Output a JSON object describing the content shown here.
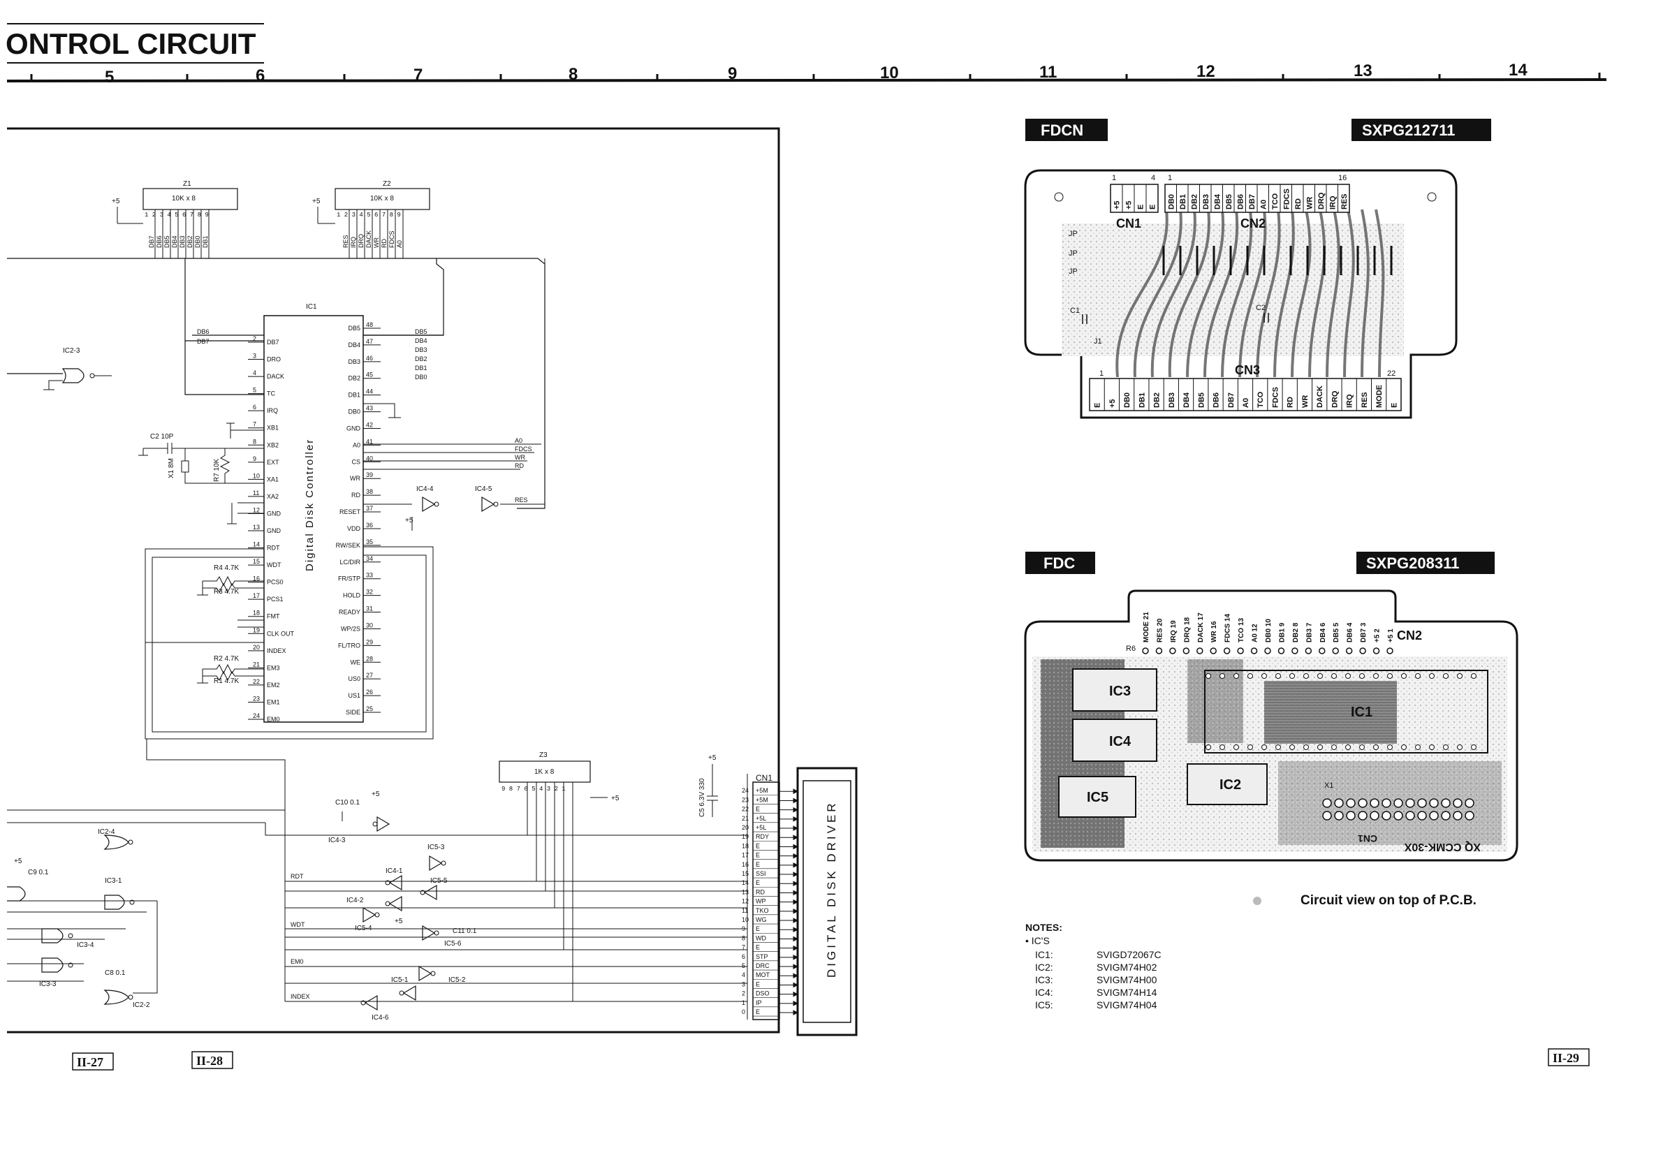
{
  "header": {
    "title": "ONTROL CIRCUIT"
  },
  "grid_labels": [
    "5",
    "6",
    "7",
    "8",
    "9",
    "10",
    "11",
    "12",
    "13",
    "14"
  ],
  "ic1": {
    "ref": "IC1",
    "name": "Digital Disk Controller",
    "left_pins": [
      {
        "n": "2",
        "s": "DB7"
      },
      {
        "n": "3",
        "s": "DRO"
      },
      {
        "n": "4",
        "s": "DACK"
      },
      {
        "n": "5",
        "s": "TC"
      },
      {
        "n": "6",
        "s": "IRQ"
      },
      {
        "n": "7",
        "s": "XB1"
      },
      {
        "n": "8",
        "s": "XB2"
      },
      {
        "n": "9",
        "s": "EXT"
      },
      {
        "n": "10",
        "s": "XA1"
      },
      {
        "n": "11",
        "s": "XA2"
      },
      {
        "n": "12",
        "s": "GND"
      },
      {
        "n": "13",
        "s": "GND"
      },
      {
        "n": "14",
        "s": "RDT"
      },
      {
        "n": "15",
        "s": "WDT"
      },
      {
        "n": "16",
        "s": "PCS0"
      },
      {
        "n": "17",
        "s": "PCS1"
      },
      {
        "n": "18",
        "s": "FMT"
      },
      {
        "n": "19",
        "s": "CLK OUT"
      },
      {
        "n": "20",
        "s": "INDEX"
      },
      {
        "n": "21",
        "s": "EM3"
      },
      {
        "n": "22",
        "s": "EM2"
      },
      {
        "n": "23",
        "s": "EM1"
      },
      {
        "n": "24",
        "s": "EM0"
      }
    ],
    "right_pins": [
      {
        "n": "48",
        "s": "DB5"
      },
      {
        "n": "47",
        "s": "DB4"
      },
      {
        "n": "46",
        "s": "DB3"
      },
      {
        "n": "45",
        "s": "DB2"
      },
      {
        "n": "44",
        "s": "DB1"
      },
      {
        "n": "43",
        "s": "DB0"
      },
      {
        "n": "42",
        "s": "GND"
      },
      {
        "n": "41",
        "s": "A0"
      },
      {
        "n": "40",
        "s": "CS"
      },
      {
        "n": "39",
        "s": "WR"
      },
      {
        "n": "38",
        "s": "RD"
      },
      {
        "n": "37",
        "s": "RESET"
      },
      {
        "n": "36",
        "s": "VDD"
      },
      {
        "n": "35",
        "s": "RW/SEK"
      },
      {
        "n": "34",
        "s": "LC/DIR"
      },
      {
        "n": "33",
        "s": "FR/STP"
      },
      {
        "n": "32",
        "s": "HOLD"
      },
      {
        "n": "31",
        "s": "READY"
      },
      {
        "n": "30",
        "s": "WP/2S"
      },
      {
        "n": "29",
        "s": "FL/TRO"
      },
      {
        "n": "28",
        "s": "WE"
      },
      {
        "n": "27",
        "s": "US0"
      },
      {
        "n": "26",
        "s": "US1"
      },
      {
        "n": "25",
        "s": "SIDE"
      }
    ],
    "right_nets": [
      "DB5",
      "DB4",
      "DB3",
      "DB2",
      "DB1",
      "DB0"
    ],
    "top_nets": [
      "DB6",
      "DB7"
    ]
  },
  "z1": {
    "ref": "Z1",
    "value": "10K x 8",
    "pins": "1 2 3 4 5 6 7 8 9",
    "nets": [
      "DB7",
      "DB6",
      "DB5",
      "DB4",
      "DB3",
      "DB2",
      "DB0",
      "DB1"
    ],
    "supply": "+5"
  },
  "z2": {
    "ref": "Z2",
    "value": "10K x 8",
    "pins": "1 2 3 4 5 6 7 8 9",
    "nets": [
      "RES",
      "IRQ",
      "DRQ",
      "DACK",
      "WR",
      "RD",
      "FDCS",
      "A0"
    ],
    "supply": "+5"
  },
  "z3": {
    "ref": "Z3",
    "value": "1K x 8",
    "pins": "9 8 7 6 5 4 3 2 1",
    "supply": "+5"
  },
  "gates": [
    {
      "id": "ic2-3",
      "label": "IC2-3"
    },
    {
      "id": "ic4-4",
      "label": "IC4-4"
    },
    {
      "id": "ic4-5",
      "label": "IC4-5"
    },
    {
      "id": "ic2-4",
      "label": "IC2-4"
    },
    {
      "id": "ic3-1",
      "label": "IC3-1"
    },
    {
      "id": "ic3-4",
      "label": "IC3-4"
    },
    {
      "id": "ic3-3",
      "label": "IC3-3"
    },
    {
      "id": "ic2-2",
      "label": "IC2-2"
    },
    {
      "id": "ic4-3",
      "label": "IC4-3"
    },
    {
      "id": "ic5-3",
      "label": "IC5-3"
    },
    {
      "id": "ic4-1",
      "label": "IC4-1"
    },
    {
      "id": "ic5-5",
      "label": "IC5-5"
    },
    {
      "id": "ic4-2",
      "label": "IC4-2"
    },
    {
      "id": "ic5-4",
      "label": "IC5-4"
    },
    {
      "id": "ic5-6",
      "label": "IC5-6"
    },
    {
      "id": "ic5-1",
      "label": "IC5-1"
    },
    {
      "id": "ic5-2",
      "label": "IC5-2"
    },
    {
      "id": "ic4-6",
      "label": "IC4-6"
    }
  ],
  "passives": {
    "c2": "C2 10P",
    "r7": "R7 10K",
    "x1": "X1 8M",
    "r4": "R4 4.7K",
    "r3": "R3 4.7K",
    "r2": "R2 4.7K",
    "r1": "R1 4.7K",
    "c10": "C10 0.1",
    "c9": "C9 0.1",
    "c8": "C8 0.1",
    "c11": "C11 0.1",
    "c5": "C5 6.3V 330"
  },
  "net_labels": {
    "res": "RES",
    "a0": "A0",
    "fdcs": "FDCS",
    "wr": "WR",
    "rd": "RD",
    "rdt": "RDT",
    "wdt": "WDT",
    "em0": "EM0",
    "index": "INDEX",
    "plus5": "+5"
  },
  "cn1": {
    "ref": "CN1",
    "pins": [
      {
        "n": "24",
        "s": "+5M"
      },
      {
        "n": "23",
        "s": "+5M"
      },
      {
        "n": "22",
        "s": "E"
      },
      {
        "n": "21",
        "s": "+5L"
      },
      {
        "n": "20",
        "s": "+5L"
      },
      {
        "n": "19",
        "s": "RDY"
      },
      {
        "n": "18",
        "s": "E"
      },
      {
        "n": "17",
        "s": "E"
      },
      {
        "n": "16",
        "s": "E"
      },
      {
        "n": "15",
        "s": "SSI"
      },
      {
        "n": "14",
        "s": "E"
      },
      {
        "n": "13",
        "s": "RD"
      },
      {
        "n": "12",
        "s": "WP"
      },
      {
        "n": "11",
        "s": "TKO"
      },
      {
        "n": "10",
        "s": "WG"
      },
      {
        "n": "9",
        "s": "E"
      },
      {
        "n": "8",
        "s": "WD"
      },
      {
        "n": "7",
        "s": "E"
      },
      {
        "n": "6",
        "s": "STP"
      },
      {
        "n": "5",
        "s": "DRC"
      },
      {
        "n": "4",
        "s": "MOT"
      },
      {
        "n": "3",
        "s": "E"
      },
      {
        "n": "2",
        "s": "DSO"
      },
      {
        "n": "1",
        "s": "IP"
      },
      {
        "n": "0",
        "s": "E"
      }
    ]
  },
  "driver_box": {
    "label": "DIGITAL DISK DRIVER"
  },
  "fdcn": {
    "tag": "FDCN",
    "part": "SXPG212711",
    "cn1_label": "CN1",
    "cn2_label": "CN2",
    "cn3_label": "CN3",
    "cn1_pins": [
      "+5",
      "+5",
      "E",
      "E"
    ],
    "cn2_pins": [
      "DB0",
      "DB1",
      "DB2",
      "DB3",
      "DB4",
      "DB5",
      "DB6",
      "DB7",
      "A0",
      "TCO",
      "FDCS",
      "RD",
      "WR",
      "DRQ",
      "IRQ",
      "RES"
    ],
    "cn3_pins": [
      "E",
      "+5",
      "DB0",
      "DB1",
      "DB2",
      "DB3",
      "DB4",
      "DB5",
      "DB6",
      "DB7",
      "A0",
      "TCO",
      "FDCS",
      "RD",
      "WR",
      "DACK",
      "DRQ",
      "IRQ",
      "RES",
      "MODE",
      "E"
    ],
    "jp": "JP",
    "c1": "C1",
    "c2": "C2",
    "j1": "J1",
    "nums": {
      "n1": "1",
      "n4": "4",
      "n1b": "1",
      "n16": "16",
      "n1c": "1",
      "n22": "22"
    }
  },
  "fdc": {
    "tag": "FDC",
    "part": "SXPG208311",
    "pin_labels": [
      "MODE 21",
      "RES 20",
      "IRQ 19",
      "DRQ 18",
      "DACK 17",
      "WR 16",
      "FDCS 14",
      "TCO 13",
      "A0 12",
      "DB0 10",
      "DB1 9",
      "DB2 8",
      "DB3 7",
      "DB4 6",
      "DB5 5",
      "DB6 4",
      "DB7 3",
      "+5 2",
      "+5 1"
    ],
    "labels": {
      "ic1": "IC1",
      "ic2": "IC2",
      "ic3": "IC3",
      "ic4": "IC4",
      "ic5": "IC5",
      "cn2": "CN2",
      "cn1": "CN1",
      "r6": "R6",
      "x1": "X1",
      "silk": "XQ CCMK-30X"
    },
    "caption": "Circuit view on top of P.C.B."
  },
  "notes": {
    "title": "NOTES:",
    "sub": "• IC'S",
    "rows": [
      {
        "ref": "IC1:",
        "part": "SVIGD72067C"
      },
      {
        "ref": "IC2:",
        "part": "SVIGM74H02"
      },
      {
        "ref": "IC3:",
        "part": "SVIGM74H00"
      },
      {
        "ref": "IC4:",
        "part": "SVIGM74H14"
      },
      {
        "ref": "IC5:",
        "part": "SVIGM74H04"
      }
    ]
  },
  "page_numbers": [
    "II-27",
    "II-28",
    "II-29"
  ]
}
